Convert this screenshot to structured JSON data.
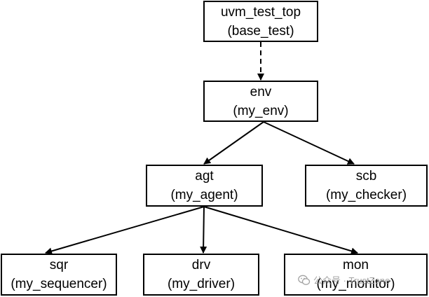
{
  "nodes": {
    "top": {
      "name": "uvm_test_top",
      "type": "(base_test)"
    },
    "env": {
      "name": "env",
      "type": "(my_env)"
    },
    "agt": {
      "name": "agt",
      "type": "(my_agent)"
    },
    "scb": {
      "name": "scb",
      "type": "(my_checker)"
    },
    "sqr": {
      "name": "sqr",
      "type": "(my_sequencer)"
    },
    "drv": {
      "name": "drv",
      "type": "(my_driver)"
    },
    "mon": {
      "name": "mon",
      "type": "(my_monitor)"
    }
  },
  "edges": [
    {
      "from": "top",
      "to": "env",
      "style": "dashed"
    },
    {
      "from": "env",
      "to": "agt",
      "style": "solid"
    },
    {
      "from": "env",
      "to": "scb",
      "style": "solid"
    },
    {
      "from": "agt",
      "to": "sqr",
      "style": "solid"
    },
    {
      "from": "agt",
      "to": "drv",
      "style": "solid"
    },
    {
      "from": "agt",
      "to": "mon",
      "style": "solid"
    }
  ],
  "watermark": {
    "text": "公众号 · TrustZone",
    "icon": "wechat-icon"
  },
  "colors": {
    "stroke": "#000000",
    "background": "#ffffff",
    "watermark": "#9a9a9a"
  }
}
